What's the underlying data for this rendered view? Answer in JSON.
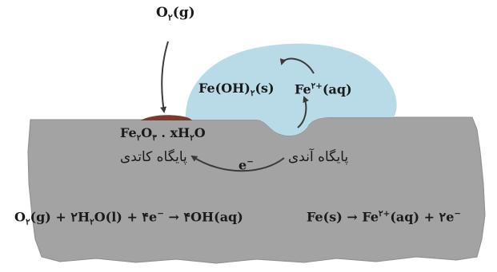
{
  "colors": {
    "background": "#ffffff",
    "metal": "#a3a3a3",
    "metal_edge": "#8c8c8c",
    "droplet": "#b9dbe8",
    "rust": "#7a3a30",
    "arrow": "#3a3a3a"
  },
  "oxygen_gas": {
    "base": "O",
    "sub": "٢",
    "state": "(g)"
  },
  "iron_hydroxide": {
    "base1": "Fe(OH)",
    "sub": "٢",
    "state": "(s)"
  },
  "iron_ion": {
    "base": "Fe",
    "sup": "٢+",
    "state": "(aq)"
  },
  "rust_formula": {
    "p1": "Fe",
    "sub1": "٢",
    "p2": "O",
    "sub2": "٣",
    "p3": " . xH",
    "sub3": "٢",
    "p4": "O"
  },
  "electron": {
    "base": "e",
    "sup": "−"
  },
  "cathode_label": "پایگاه کاتدی",
  "anode_label": "پایگاه آندی",
  "cathode_equation": {
    "o2": "O",
    "o2_sub": "٢",
    "o2_state": "(g) + ",
    "h2o_coef": "٢H",
    "h2o_sub": "٢",
    "h2o_rest": "O(l) + ",
    "e_coef": "۴e",
    "e_sup": "−",
    "arrow": " → ",
    "product": "۴OH(aq)"
  },
  "anode_equation": {
    "fe": "Fe(s)",
    "arrow": " → ",
    "ion": "Fe",
    "ion_sup": "٢+",
    "ion_state": "(aq) + ",
    "e_coef": "٢e",
    "e_sup": "−"
  }
}
